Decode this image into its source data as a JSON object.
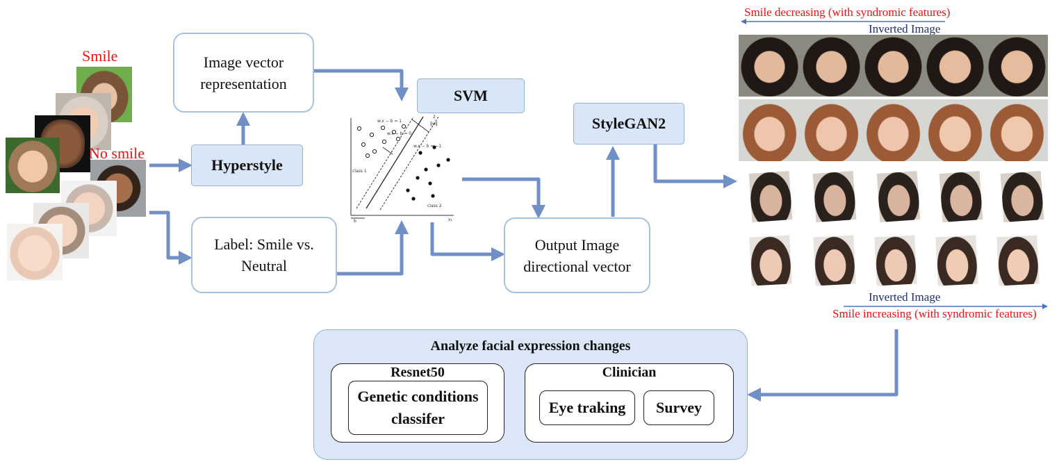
{
  "inputs": {
    "smile_label": "Smile",
    "no_smile_label": "No smile"
  },
  "boxes": {
    "image_vector": "Image vector representation",
    "hyperstyle": "Hyperstyle",
    "svm": "SVM",
    "label": "Label: Smile vs. Neutral",
    "output_vector": "Output Image directional vector",
    "stylegan": "StyleGAN2"
  },
  "svm_plot": {
    "class1": "class 1",
    "class2": "class 2",
    "line_plus": "w.x − b = 1",
    "line_zero": "w.x − b = 0",
    "line_minus": "w.x − b = −1",
    "margin_num": "2",
    "margin_den": "‖w‖",
    "x_axis": "x₁",
    "b_label": "b"
  },
  "gallery": {
    "top_caption": "Smile decreasing (with syndromic features)",
    "top_inverted": "Inverted Image",
    "bottom_inverted": "Inverted Image",
    "bottom_caption": "Smile increasing (with syndromic features)"
  },
  "analysis": {
    "title": "Analyze facial expression changes",
    "resnet": {
      "title": "Resnet50",
      "classifier": "Genetic conditions classifer"
    },
    "clinician": {
      "title": "Clinician",
      "eye": "Eye traking",
      "survey": "Survey"
    }
  },
  "colors": {
    "arrow": "#6f8fc6",
    "box_fill": "#d9e6f7",
    "box_border": "#a8c1e2",
    "caption_red": "#ee1111",
    "caption_navy": "#1d2f6e"
  }
}
